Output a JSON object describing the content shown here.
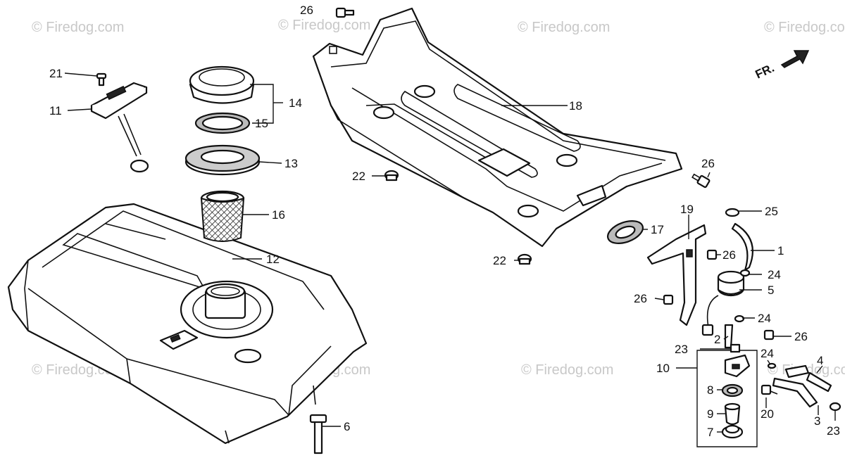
{
  "watermark": "© Firedog.com",
  "direction_label": "FR.",
  "callouts": {
    "p1": "1",
    "p2": "2",
    "p3": "3",
    "p4": "4",
    "p5": "5",
    "p6": "6",
    "p7": "7",
    "p8": "8",
    "p9": "9",
    "p10": "10",
    "p11": "11",
    "p12": "12",
    "p13": "13",
    "p14": "14",
    "p15": "15",
    "p16": "16",
    "p17": "17",
    "p18": "18",
    "p19": "19",
    "p20": "20",
    "p21": "21",
    "p22a": "22",
    "p22b": "22",
    "p23a": "23",
    "p23b": "23",
    "p24a": "24",
    "p24b": "24",
    "p24c": "24",
    "p25": "25",
    "p26a": "26",
    "p26b": "26",
    "p26c": "26",
    "p26d": "26",
    "p26e": "26"
  }
}
